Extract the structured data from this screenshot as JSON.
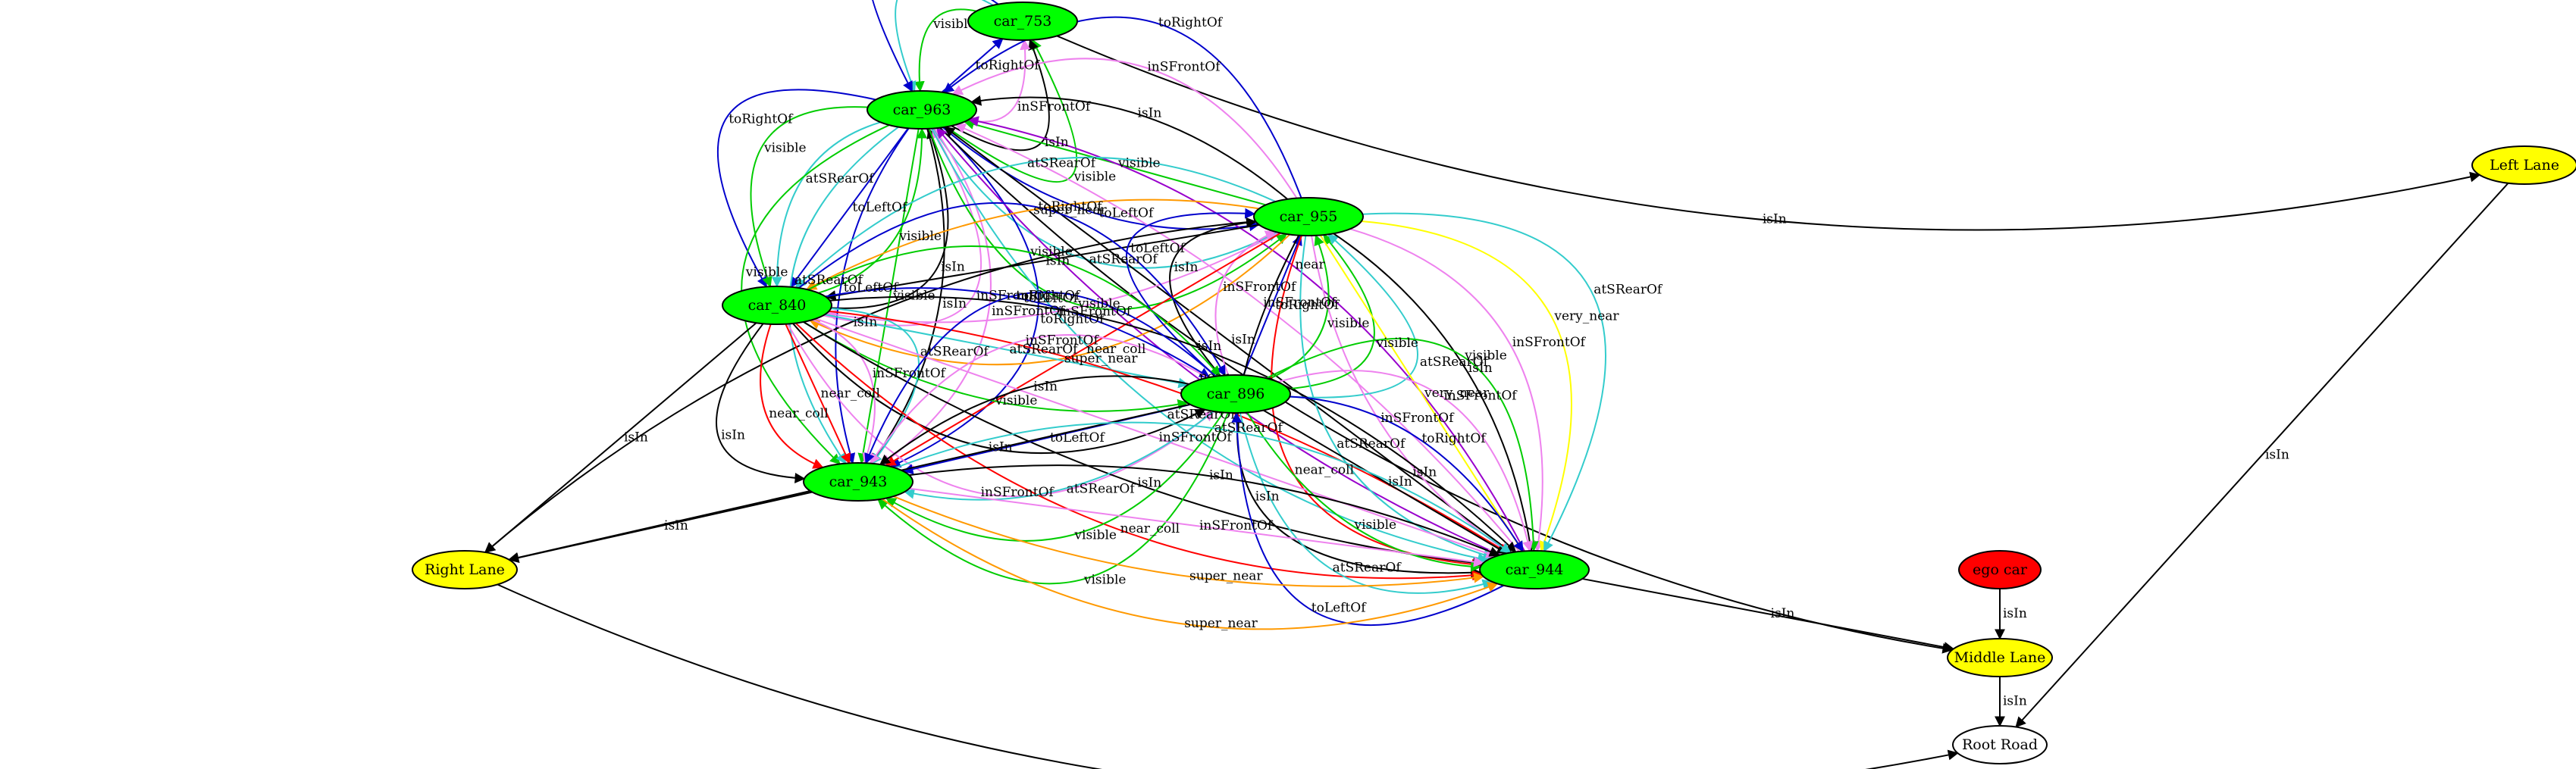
{
  "colors": {
    "car": "#00ff00",
    "lane": "#ffff00",
    "ego": "#ff0000",
    "road": "#ffffff",
    "isIn": "#000000",
    "visible": "#00cc00",
    "atSRearOf": "#33cccc",
    "inSFrontOf": "#ee82ee",
    "toLeftOf": "#0000cc",
    "toRightOf": "#0000cc",
    "super_near": "#ff9900",
    "very_near": "#ffff00",
    "near_coll": "#ff0000",
    "near": "#9900cc"
  },
  "nodes": [
    {
      "id": "car_753",
      "label": "car_753",
      "kind": "car"
    },
    {
      "id": "car_963",
      "label": "car_963",
      "kind": "car"
    },
    {
      "id": "car_955",
      "label": "car_955",
      "kind": "car"
    },
    {
      "id": "car_840",
      "label": "car_840",
      "kind": "car"
    },
    {
      "id": "car_896",
      "label": "car_896",
      "kind": "car"
    },
    {
      "id": "car_943",
      "label": "car_943",
      "kind": "car"
    },
    {
      "id": "car_944",
      "label": "car_944",
      "kind": "car"
    },
    {
      "id": "left_lane",
      "label": "Left Lane",
      "kind": "lane"
    },
    {
      "id": "right_lane",
      "label": "Right Lane",
      "kind": "lane"
    },
    {
      "id": "middle_lane",
      "label": "Middle Lane",
      "kind": "lane"
    },
    {
      "id": "ego_car",
      "label": "ego car",
      "kind": "ego"
    },
    {
      "id": "root_road",
      "label": "Root Road",
      "kind": "road"
    }
  ],
  "edges": [
    {
      "from": "car_753",
      "to": "left_lane",
      "label": "isIn"
    },
    {
      "from": "car_963",
      "to": "car_753",
      "label": "visible"
    },
    {
      "from": "car_963",
      "to": "car_753",
      "label": "isIn"
    },
    {
      "from": "car_963",
      "to": "car_753",
      "label": "inSFrontOf"
    },
    {
      "from": "car_963",
      "to": "car_753",
      "label": "toRightOf"
    },
    {
      "from": "car_753",
      "to": "car_963",
      "label": "visible"
    },
    {
      "from": "car_753",
      "to": "car_963",
      "label": "atSRearOf"
    },
    {
      "from": "car_753",
      "to": "car_963",
      "label": "toLeftOf"
    },
    {
      "from": "car_963",
      "to": "car_840",
      "label": "toRightOf"
    },
    {
      "from": "car_963",
      "to": "car_840",
      "label": "visible"
    },
    {
      "from": "car_963",
      "to": "car_840",
      "label": "atSRearOf"
    },
    {
      "from": "car_963",
      "to": "car_840",
      "label": "toLeftOf"
    },
    {
      "from": "car_840",
      "to": "car_963",
      "label": "visible"
    },
    {
      "from": "car_840",
      "to": "car_963",
      "label": "isIn"
    },
    {
      "from": "car_840",
      "to": "car_963",
      "label": "inSFrontOf"
    },
    {
      "from": "car_963",
      "to": "car_955",
      "label": "visible"
    },
    {
      "from": "car_963",
      "to": "car_955",
      "label": "atSRearOf"
    },
    {
      "from": "car_963",
      "to": "car_955",
      "label": "toLeftOf"
    },
    {
      "from": "car_955",
      "to": "car_963",
      "label": "visible"
    },
    {
      "from": "car_955",
      "to": "car_963",
      "label": "isIn"
    },
    {
      "from": "car_955",
      "to": "car_963",
      "label": "inSFrontOf"
    },
    {
      "from": "car_955",
      "to": "car_963",
      "label": "toRightOf"
    },
    {
      "from": "car_963",
      "to": "car_943",
      "label": "visible"
    },
    {
      "from": "car_963",
      "to": "car_943",
      "label": "atSRearOf"
    },
    {
      "from": "car_963",
      "to": "car_943",
      "label": "toLeftOf"
    },
    {
      "from": "car_963",
      "to": "car_943",
      "label": "visible"
    },
    {
      "from": "car_963",
      "to": "car_943",
      "label": "isIn"
    },
    {
      "from": "car_963",
      "to": "car_943",
      "label": "inSFrontOf"
    },
    {
      "from": "car_963",
      "to": "car_943",
      "label": "toRightOf"
    },
    {
      "from": "car_963",
      "to": "car_944",
      "label": "atSRearOf"
    },
    {
      "from": "car_963",
      "to": "middle_lane",
      "label": "isIn"
    },
    {
      "from": "car_944",
      "to": "car_963",
      "label": "near"
    },
    {
      "from": "car_944",
      "to": "car_963",
      "label": "isIn"
    },
    {
      "from": "car_944",
      "to": "car_963",
      "label": "inSFrontOf"
    },
    {
      "from": "car_944",
      "to": "car_963",
      "label": "near"
    },
    {
      "from": "car_955",
      "to": "car_840",
      "label": "atSRearOf"
    },
    {
      "from": "car_955",
      "to": "car_840",
      "label": "super_near"
    },
    {
      "from": "car_955",
      "to": "car_840",
      "label": "isIn"
    },
    {
      "from": "car_955",
      "to": "car_840",
      "label": "inSFrontOf"
    },
    {
      "from": "car_955",
      "to": "car_840",
      "label": "super_near"
    },
    {
      "from": "car_955",
      "to": "right_lane",
      "label": "isIn"
    },
    {
      "from": "car_896",
      "to": "car_955",
      "label": "toLeftOf"
    },
    {
      "from": "car_896",
      "to": "car_955",
      "label": "isIn"
    },
    {
      "from": "car_896",
      "to": "car_955",
      "label": "inSFrontOf"
    },
    {
      "from": "car_896",
      "to": "car_955",
      "label": "toRightOf"
    },
    {
      "from": "car_896",
      "to": "car_955",
      "label": "visible"
    },
    {
      "from": "car_896",
      "to": "car_955",
      "label": "visible"
    },
    {
      "from": "car_896",
      "to": "car_955",
      "label": "atSRearOf"
    },
    {
      "from": "car_955",
      "to": "car_943",
      "label": "near_coll"
    },
    {
      "from": "car_955",
      "to": "car_944",
      "label": "isIn"
    },
    {
      "from": "car_955",
      "to": "car_944",
      "label": "near_coll"
    },
    {
      "from": "car_955",
      "to": "car_944",
      "label": "atSRearOf"
    },
    {
      "from": "car_955",
      "to": "car_944",
      "label": "inSFrontOf"
    },
    {
      "from": "car_955",
      "to": "car_944",
      "label": "very_near"
    },
    {
      "from": "car_955",
      "to": "car_944",
      "label": "isIn"
    },
    {
      "from": "car_955",
      "to": "car_944",
      "label": "inSFrontOf"
    },
    {
      "from": "car_955",
      "to": "car_944",
      "label": "very_near"
    },
    {
      "from": "car_955",
      "to": "car_944",
      "label": "atSRearOf"
    },
    {
      "from": "car_840",
      "to": "car_896",
      "label": "toRightOf"
    },
    {
      "from": "car_840",
      "to": "car_896",
      "label": "visible"
    },
    {
      "from": "car_840",
      "to": "car_896",
      "label": "toLeftOf"
    },
    {
      "from": "car_840",
      "to": "car_896",
      "label": "atSRearOf"
    },
    {
      "from": "car_840",
      "to": "car_896",
      "label": "visible"
    },
    {
      "from": "car_840",
      "to": "car_896",
      "label": "isIn"
    },
    {
      "from": "car_840",
      "to": "car_896",
      "label": "inSFrontOf"
    },
    {
      "from": "car_840",
      "to": "car_943",
      "label": "atSRearOf"
    },
    {
      "from": "car_840",
      "to": "car_943",
      "label": "inSFrontOf"
    },
    {
      "from": "car_840",
      "to": "car_943",
      "label": "near_coll"
    },
    {
      "from": "car_840",
      "to": "car_943",
      "label": "near_coll"
    },
    {
      "from": "car_840",
      "to": "car_943",
      "label": "isIn"
    },
    {
      "from": "car_840",
      "to": "car_944",
      "label": "isIn"
    },
    {
      "from": "car_840",
      "to": "car_944",
      "label": "near_coll"
    },
    {
      "from": "car_840",
      "to": "car_944",
      "label": "inSFrontOf"
    },
    {
      "from": "car_840",
      "to": "car_944",
      "label": "isIn"
    },
    {
      "from": "car_840",
      "to": "car_944",
      "label": "near_coll"
    },
    {
      "from": "car_840",
      "to": "right_lane",
      "label": "isIn"
    },
    {
      "from": "car_896",
      "to": "car_943",
      "label": "visible"
    },
    {
      "from": "car_896",
      "to": "car_943",
      "label": "visible"
    },
    {
      "from": "car_896",
      "to": "car_943",
      "label": "atSRearOf"
    },
    {
      "from": "car_896",
      "to": "car_943",
      "label": "toLeftOf"
    },
    {
      "from": "car_896",
      "to": "car_943",
      "label": "isIn"
    },
    {
      "from": "car_896",
      "to": "car_943",
      "label": "inSFrontOf"
    },
    {
      "from": "car_896",
      "to": "car_943",
      "label": "toRightOf"
    },
    {
      "from": "car_896",
      "to": "right_lane",
      "label": "isIn"
    },
    {
      "from": "car_896",
      "to": "car_944",
      "label": "visible"
    },
    {
      "from": "car_896",
      "to": "car_944",
      "label": "inSFrontOf"
    },
    {
      "from": "car_896",
      "to": "car_944",
      "label": "toRightOf"
    },
    {
      "from": "car_896",
      "to": "car_944",
      "label": "isIn"
    },
    {
      "from": "car_896",
      "to": "car_944",
      "label": "visible"
    },
    {
      "from": "car_896",
      "to": "car_944",
      "label": "atSRearOf"
    },
    {
      "from": "car_944",
      "to": "car_896",
      "label": "toLeftOf"
    },
    {
      "from": "car_943",
      "to": "right_lane",
      "label": "isIn"
    },
    {
      "from": "car_943",
      "to": "car_944",
      "label": "atSRearOf"
    },
    {
      "from": "car_943",
      "to": "car_944",
      "label": "isIn"
    },
    {
      "from": "car_943",
      "to": "car_944",
      "label": "inSFrontOf"
    },
    {
      "from": "car_943",
      "to": "car_944",
      "label": "super_near"
    },
    {
      "from": "car_943",
      "to": "car_944",
      "label": "super_near"
    },
    {
      "from": "car_944",
      "to": "middle_lane",
      "label": "isIn"
    },
    {
      "from": "ego_car",
      "to": "middle_lane",
      "label": "isIn"
    },
    {
      "from": "middle_lane",
      "to": "root_road",
      "label": "isIn"
    },
    {
      "from": "right_lane",
      "to": "root_road",
      "label": "isIn"
    },
    {
      "from": "left_lane",
      "to": "root_road",
      "label": "isIn"
    }
  ]
}
